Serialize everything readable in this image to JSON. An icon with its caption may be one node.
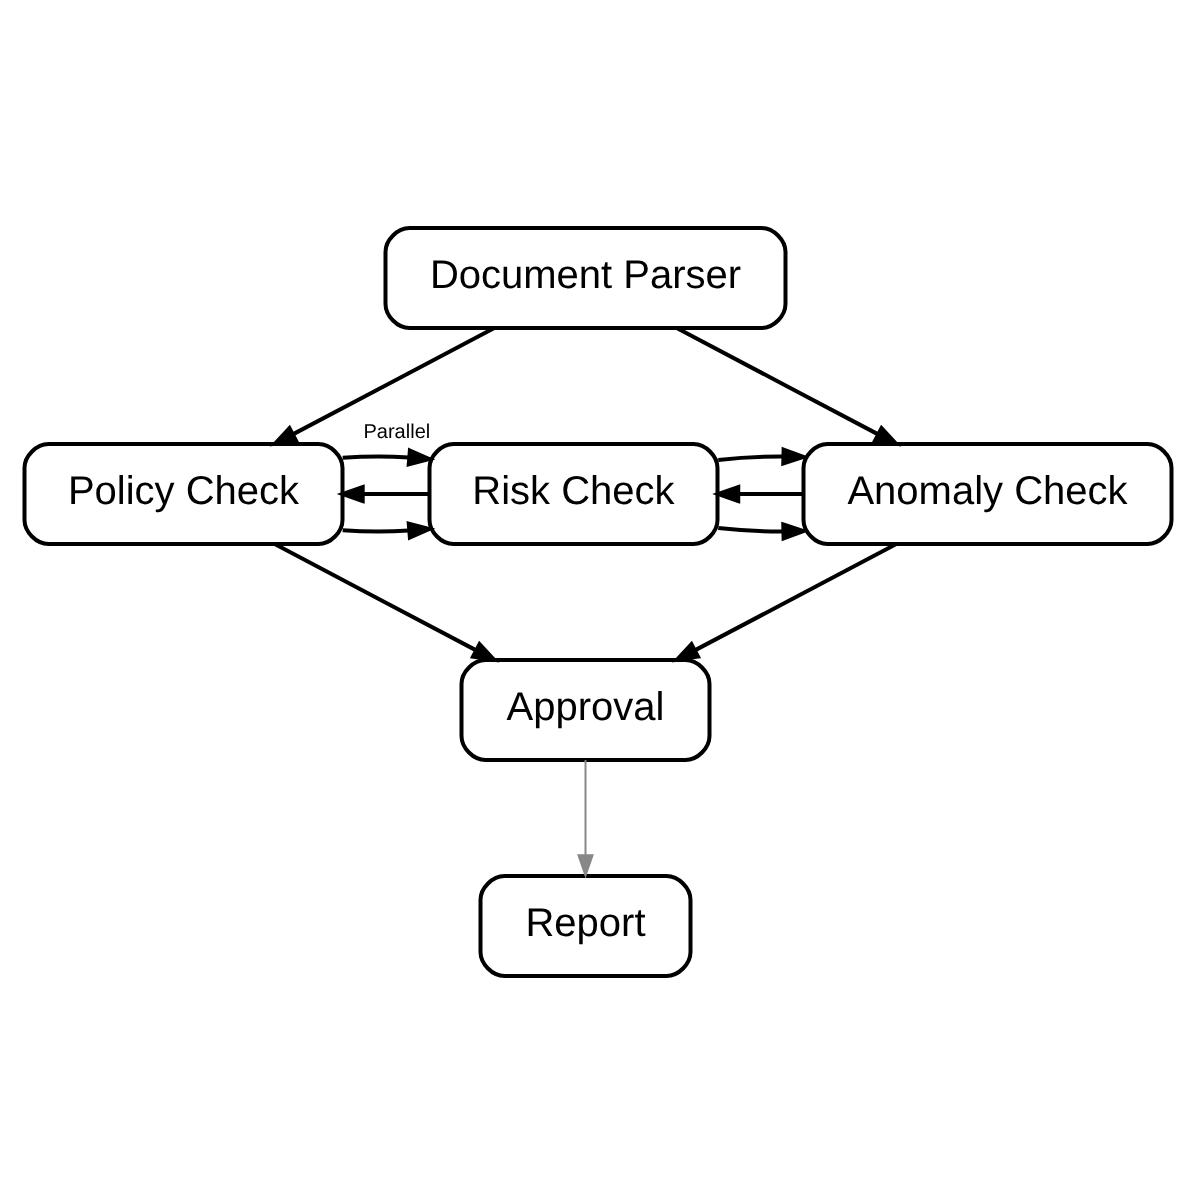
{
  "diagram": {
    "nodes": [
      {
        "text": [
          "Document Parser"
        ]
      },
      {
        "text": [
          "Policy Check"
        ]
      },
      {
        "text": [
          "Risk Check"
        ],
        "beside": [
          "Parallel"
        ]
      },
      {
        "text": [
          "Anomaly Check"
        ]
      },
      {
        "text": [
          "Approval"
        ]
      },
      {
        "text": [
          "Report"
        ]
      }
    ],
    "edges": [
      {
        "from": 0,
        "to": 1,
        "arrow": "to"
      },
      {
        "from": 0,
        "to": 3,
        "arrow": "to"
      },
      {
        "from": 1,
        "to": 2,
        "arrow": "to"
      },
      {
        "from": 2,
        "to": 1,
        "arrow": "to"
      },
      {
        "from": 1,
        "to": 2,
        "arrow": "to"
      },
      {
        "from": 2,
        "to": 3,
        "arrow": "to"
      },
      {
        "from": 3,
        "to": 2,
        "arrow": "to"
      },
      {
        "from": 2,
        "to": 3,
        "arrow": "to"
      },
      {
        "from": 1,
        "to": 4,
        "arrow": "to"
      },
      {
        "from": 3,
        "to": 4,
        "arrow": "to"
      },
      {
        "from": 4,
        "to": 5,
        "arrow": "to",
        "color": "#888888"
      }
    ]
  }
}
